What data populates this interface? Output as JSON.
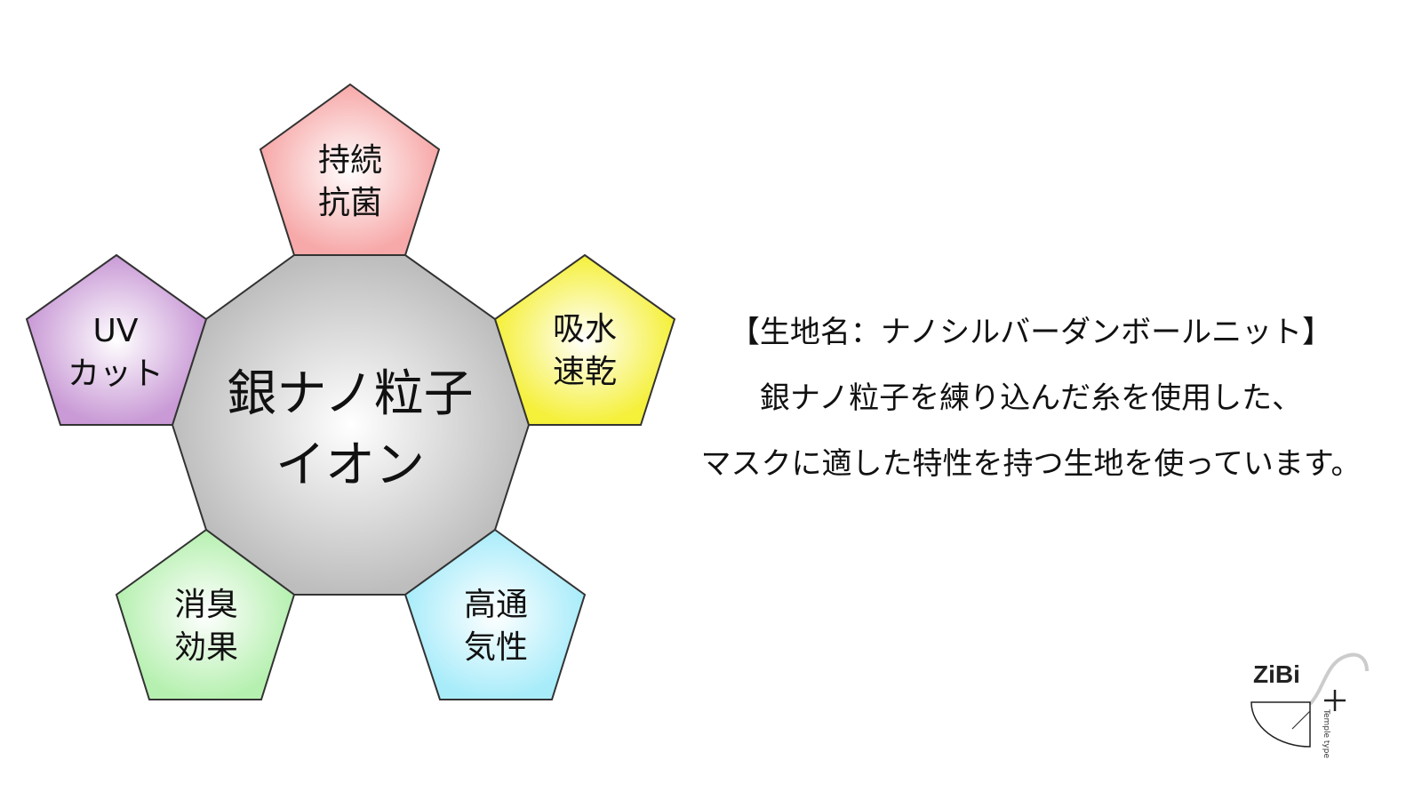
{
  "center": {
    "line1": "銀ナノ粒子",
    "line2": "イオン"
  },
  "petals": [
    {
      "id": "antibacterial",
      "line1": "持続",
      "line2": "抗菌",
      "color": "#f7a8a8"
    },
    {
      "id": "absorb-dry",
      "line1": "吸水",
      "line2": "速乾",
      "color": "#f5f03a"
    },
    {
      "id": "breathability",
      "line1": "高通",
      "line2": "気性",
      "color": "#a8ecfa"
    },
    {
      "id": "deodorant",
      "line1": "消臭",
      "line2": "効果",
      "color": "#b6f0b0"
    },
    {
      "id": "uv-cut",
      "line1": "UV",
      "line2": "カット",
      "color": "#c99ad6"
    }
  ],
  "description": {
    "title": "【生地名：ナノシルバーダンボールニット】",
    "line1": "銀ナノ粒子を練り込んだ糸を使用した、",
    "line2": "マスクに適した特性を持つ生地を使っています。"
  },
  "logo": {
    "brand": "ZiBi",
    "subtitle": "Temple type"
  }
}
